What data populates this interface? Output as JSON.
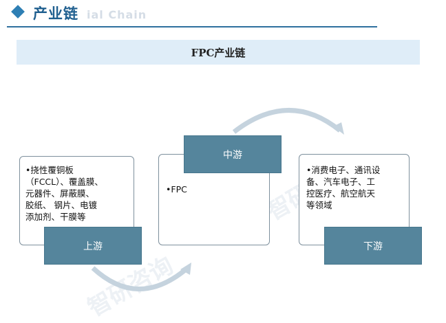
{
  "header": {
    "title": "产业链",
    "watermark": "ial Chain"
  },
  "diagram": {
    "title": "FPC产业链",
    "upstream": {
      "label": "上游",
      "items": [
        "•挠性覆铜板",
        "（FCCL）、覆盖膜、",
        "元器件、屏蔽膜、",
        "胶纸、 钢片、电镀",
        "添加剂、干膜等"
      ]
    },
    "midstream": {
      "label": "中游",
      "items": [
        "•FPC"
      ]
    },
    "downstream": {
      "label": "下游",
      "items": [
        "•消费电子、通讯设",
        "备、汽车电子、工",
        "控医疗、航空航天",
        "等领域"
      ]
    }
  },
  "colors": {
    "accent": "#2e7fb4",
    "label_box": "#55859c",
    "title_band": "#dfedf8",
    "arrow": "#c5d3de"
  }
}
